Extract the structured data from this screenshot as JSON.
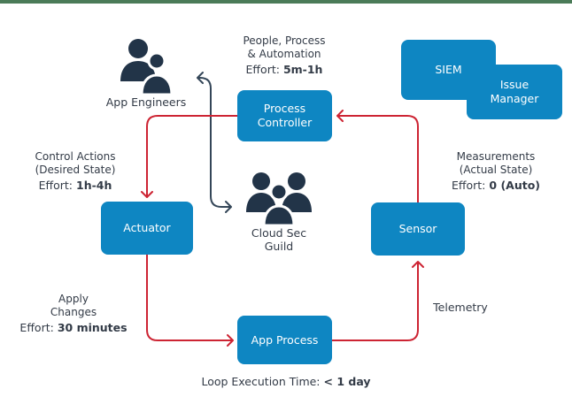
{
  "colors": {
    "node_blue": "#0e86c2",
    "arrow_red": "#cd2433",
    "arrow_dark": "#344658",
    "icon_navy": "#223448",
    "text_dark": "#333b47",
    "top_bar_green": "#4b7b58"
  },
  "nodes": {
    "process_controller": {
      "label": "Process Controller"
    },
    "siem": {
      "label": "SIEM"
    },
    "issue_manager": {
      "label": "Issue Manager"
    },
    "actuator": {
      "label": "Actuator"
    },
    "sensor": {
      "label": "Sensor"
    },
    "app_process": {
      "label": "App Process"
    }
  },
  "actors": {
    "app_engineers": {
      "label": "App Engineers"
    },
    "cloud_sec_guild": {
      "label": "Cloud Sec Guild"
    }
  },
  "annotations": {
    "controller": {
      "line1": "People, Process",
      "line2": "& Automation",
      "effort_label": "Effort:",
      "effort_value": "5m-1h"
    },
    "control_actions": {
      "line1": "Control Actions",
      "line2": "(Desired State)",
      "effort_label": "Effort:",
      "effort_value": "1h-4h"
    },
    "measurements": {
      "line1": "Measurements",
      "line2": "(Actual State)",
      "effort_label": "Effort:",
      "effort_value": "0 (Auto)"
    },
    "apply_changes": {
      "line1": "Apply",
      "line2": "Changes",
      "effort_label": "Effort:",
      "effort_value": "30 minutes"
    },
    "telemetry": {
      "label": "Telemetry"
    },
    "loop_time": {
      "label": "Loop Execution Time:",
      "value": "< 1 day"
    }
  }
}
